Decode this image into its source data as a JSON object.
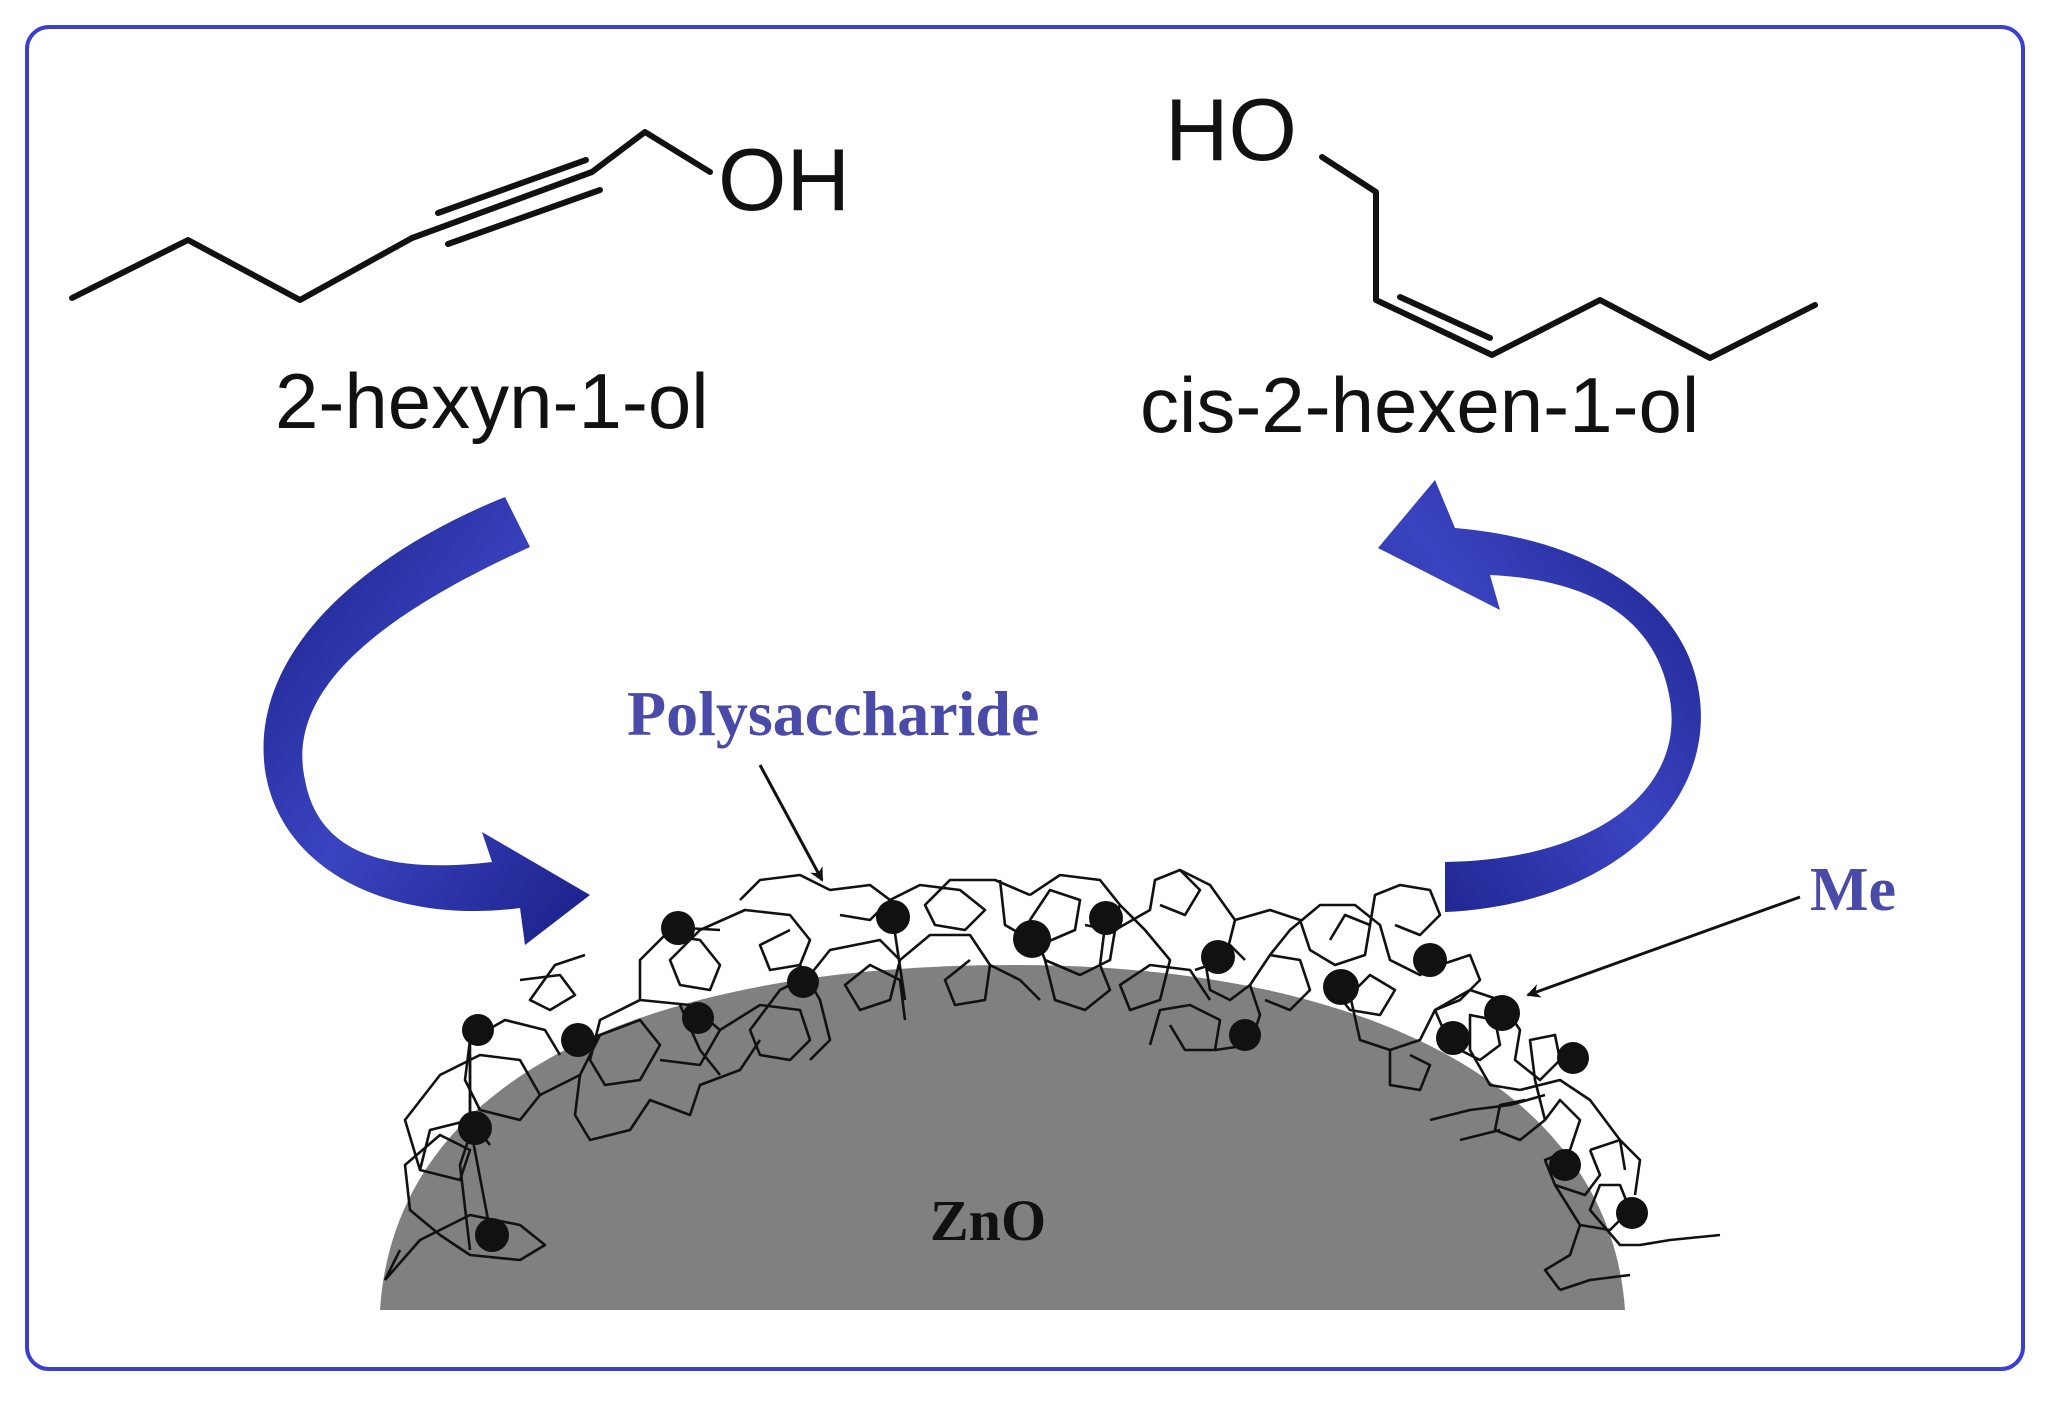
{
  "molecules": {
    "hexynol": {
      "name": "2-hexyn-1-ol",
      "oh_label": "OH"
    },
    "hexenol": {
      "name": "cis-2-hexen-1-ol",
      "ho_label": "HO"
    }
  },
  "labels": {
    "polysaccharide": "Polysaccharide",
    "me": "Me",
    "zno": "ZnO"
  },
  "colors": {
    "frame": "#3a3fd0",
    "arrow": "#22299a",
    "label_blue": "#4a4aa8",
    "particle": "#808080",
    "ink": "#111111"
  },
  "icons": {
    "left_arrow": "curved-arrow-down-icon",
    "right_arrow": "curved-arrow-up-icon"
  }
}
